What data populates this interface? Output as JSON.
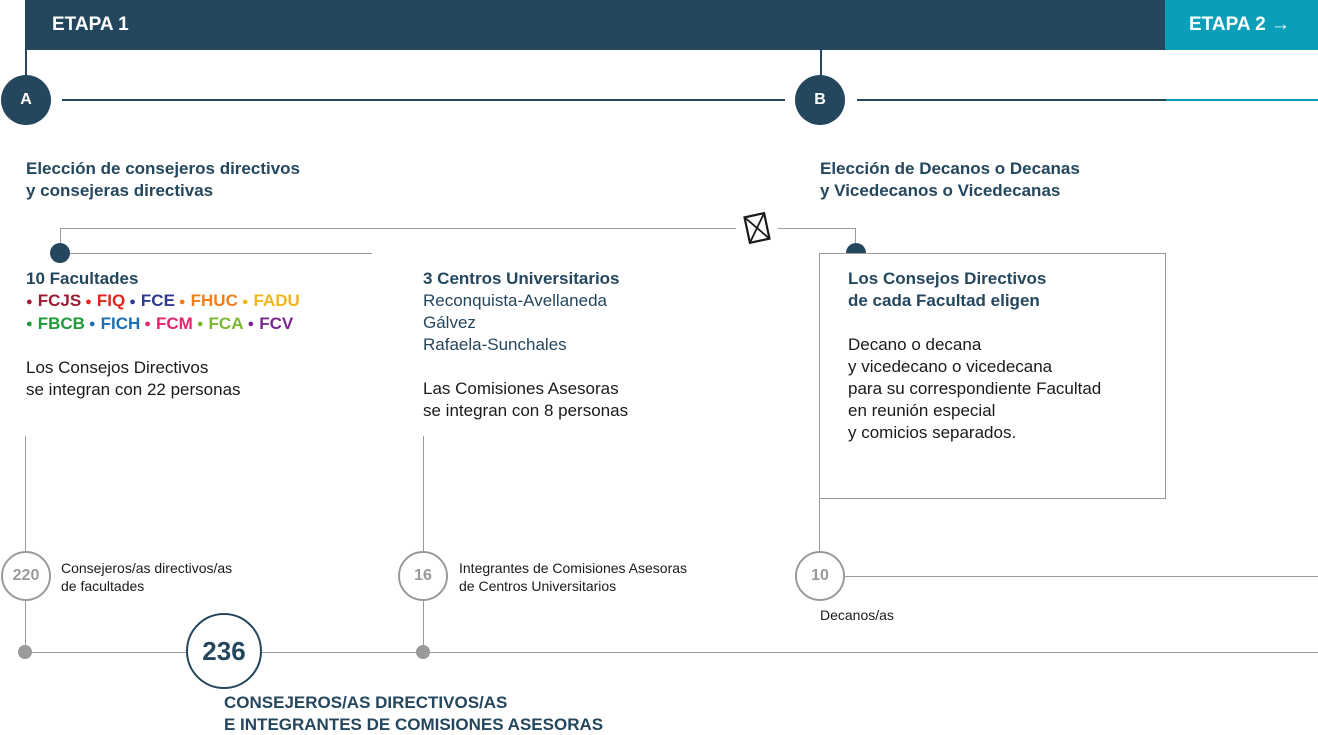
{
  "header": {
    "stage1": "ETAPA 1",
    "stage2": "ETAPA 2 →"
  },
  "nodes": {
    "a": "A",
    "b": "B"
  },
  "section_a": {
    "title_line1": "Elección de consejeros directivos",
    "title_line2": "y consejeras directivas"
  },
  "section_b": {
    "title_line1": "Elección de Decanos o Decanas",
    "title_line2": "y Vicedecanos o Vicedecanas"
  },
  "facultades": {
    "title": "10 Facultades",
    "row1": [
      {
        "name": "FCJS",
        "color": "#9e1b32"
      },
      {
        "name": "FIQ",
        "color": "#e4241f"
      },
      {
        "name": "FCE",
        "color": "#2e3b8f"
      },
      {
        "name": "FHUC",
        "color": "#ef7d1a"
      },
      {
        "name": "FADU",
        "color": "#f2b61b"
      }
    ],
    "row2": [
      {
        "name": "FBCB",
        "color": "#1f9a3a"
      },
      {
        "name": "FICH",
        "color": "#1a6fb5"
      },
      {
        "name": "FCM",
        "color": "#e0266f"
      },
      {
        "name": "FCA",
        "color": "#7cb82f"
      },
      {
        "name": "FCV",
        "color": "#7a2a8c"
      }
    ],
    "desc_line1": "Los Consejos Directivos",
    "desc_line2": "se integran con 22 personas"
  },
  "centros": {
    "title": "3 Centros Universitarios",
    "items": [
      "Reconquista-Avellaneda",
      "Gálvez",
      "Rafaela-Sunchales"
    ],
    "desc_line1": "Las Comisiones Asesoras",
    "desc_line2": "se integran con 8 personas"
  },
  "decanos_box": {
    "title_line1": "Los Consejos Directivos",
    "title_line2": "de cada Facultad eligen",
    "lines": [
      "Decano o decana",
      "y vicedecano o vicedecana",
      "para su correspondiente Facultad",
      "en reunión especial",
      "y comicios separados."
    ]
  },
  "counts": {
    "c220": {
      "value": "220",
      "label_line1": "Consejeros/as directivos/as",
      "label_line2": "de facultades"
    },
    "c16": {
      "value": "16",
      "label_line1": "Integrantes de Comisiones Asesoras",
      "label_line2": "de Centros Universitarios"
    },
    "c10": {
      "value": "10",
      "label": "Decanos/as"
    }
  },
  "total": {
    "value": "236",
    "label_line1": "CONSEJEROS/AS DIRECTIVOS/AS",
    "label_line2": "E INTEGRANTES DE COMISIONES ASESORAS"
  },
  "colors": {
    "navy": "#24475e",
    "teal": "#0a9fb8",
    "grey": "#9a9a9a"
  },
  "icons": {
    "ballot": "ballot-envelope-icon"
  }
}
